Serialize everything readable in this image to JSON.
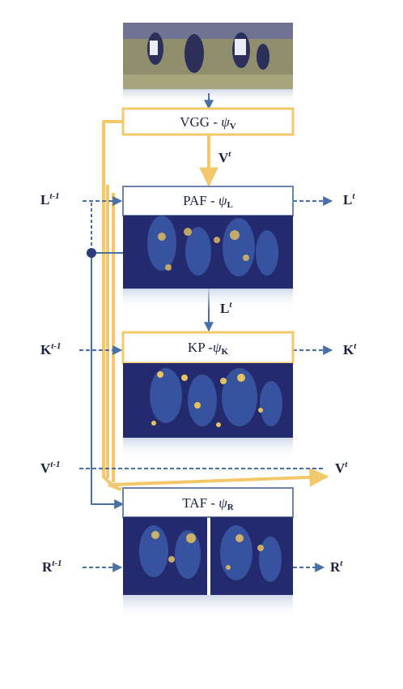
{
  "modules": {
    "vgg": {
      "name": "VGG - ",
      "psi": "ψ",
      "sub": "V"
    },
    "paf": {
      "name": "PAF - ",
      "psi": "ψ",
      "sub": "L"
    },
    "kp": {
      "name": "KP -",
      "psi": "ψ",
      "sub": "K"
    },
    "taf": {
      "name": "TAF - ",
      "psi": "ψ",
      "sub": "R"
    }
  },
  "labels": {
    "vt_mid": {
      "base": "V",
      "sup": "t"
    },
    "lt_prev": {
      "base": "L",
      "sup": "t-1"
    },
    "lt_out": {
      "base": "L",
      "sup": "t"
    },
    "lt_mid": {
      "base": "L",
      "sup": "t"
    },
    "kt_prev": {
      "base": "K",
      "sup": "t-1"
    },
    "kt_out": {
      "base": "K",
      "sup": "t"
    },
    "vt_prev": {
      "base": "V",
      "sup": "t-1"
    },
    "vt_out": {
      "base": "V",
      "sup": "t"
    },
    "rt_prev": {
      "base": "R",
      "sup": "t-1"
    },
    "rt_out": {
      "base": "R",
      "sup": "t"
    }
  },
  "colors": {
    "navy": "#232a6e",
    "arrow_blue": "#4a6fa5",
    "yellow": "#f2c86a",
    "box_border": "#6a86b0",
    "text": "#1d2140"
  }
}
